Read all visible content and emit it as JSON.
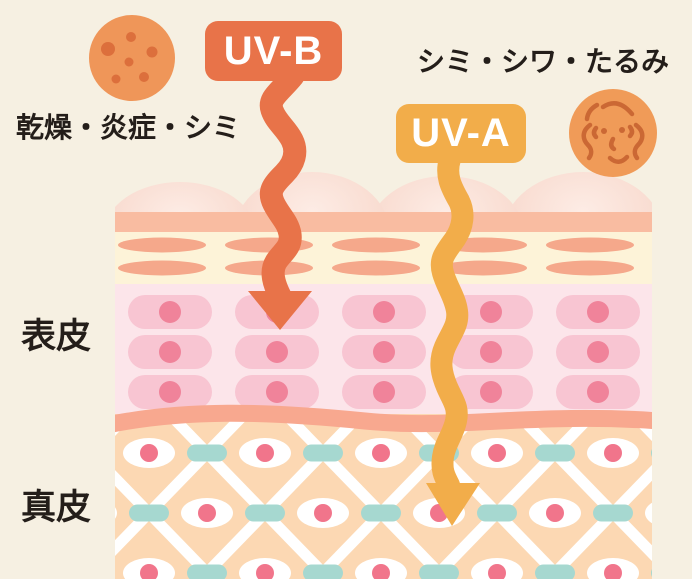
{
  "illustration": {
    "title_implied": "UV-A / UV-B penetration into skin layers",
    "uvb": {
      "label": "UV-B",
      "effects": "乾燥・炎症・シミ"
    },
    "uva": {
      "label": "UV-A",
      "effects": "シミ・シワ・たるみ"
    },
    "layers": {
      "epidermis": "表皮",
      "dermis": "真皮"
    },
    "icons": [
      {
        "name": "spotted-skin-icon",
        "meaning": "skin with dark spots (UV-B damage)"
      },
      {
        "name": "aged-face-icon",
        "meaning": "wrinkled sagging face (UV-A damage)"
      },
      {
        "name": "uvb-wavy-arrow-icon",
        "meaning": "UV-B ray stopping in the epidermis"
      },
      {
        "name": "uva-wavy-arrow-icon",
        "meaning": "UV-A ray reaching deep into the dermis"
      }
    ]
  },
  "colors": {
    "background": "#f6f0e2",
    "text": "#241e1a",
    "uvb": "#e87349",
    "uva": "#f2ad4a",
    "badge_text": "#ffffff",
    "dome_light": "#fdece5",
    "dome": "#f6d0c3",
    "corneum_band": "#f9bca1",
    "corneum_bg": "#fdf3d8",
    "corneum_ellipse": "#f5a88b",
    "epidermis_bg": "#fce5ea",
    "cell": "#f8c5d2",
    "cell_dot": "#f0839a",
    "basement_wave": "#f8a88f",
    "dermis_bg": "#fcd8b3",
    "lattice": "#ffffff",
    "fibro_dot": "#f1758b",
    "collagen_teal": "#a6d8d0",
    "icon_circle": "#ef9659",
    "icon_spot": "#dc6f3c",
    "face_circle": "#f09b58",
    "face_line": "#cb6834"
  }
}
